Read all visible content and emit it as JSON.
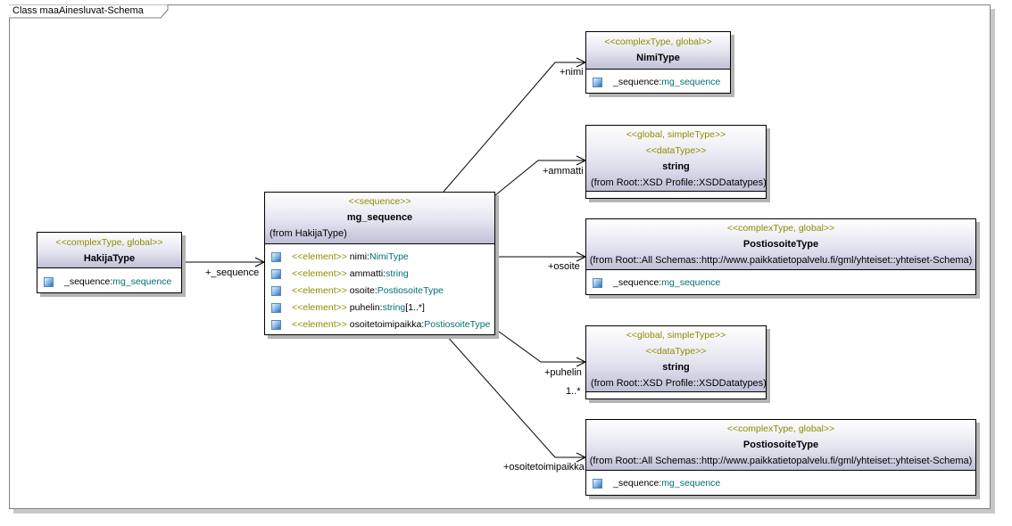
{
  "frame": {
    "title": "Class maaAinesluvat-Schema"
  },
  "classes": {
    "hakija": {
      "stereotype": "<<complexType, global>>",
      "name": "HakijaType",
      "attr_prefix": "_sequence:",
      "attr_type": "mg_sequence"
    },
    "mg": {
      "stereotype": "<<sequence>>",
      "name": "mg_sequence",
      "from": "(from HakijaType)",
      "elements": [
        {
          "stereo": "<<element>>",
          "name": " nimi:",
          "type": "NimiType",
          "mult": ""
        },
        {
          "stereo": "<<element>>",
          "name": " ammatti:",
          "type": "string",
          "mult": ""
        },
        {
          "stereo": "<<element>>",
          "name": " osoite:",
          "type": "PostiosoiteType",
          "mult": ""
        },
        {
          "stereo": "<<element>>",
          "name": " puhelin:",
          "type": "string",
          "mult": "[1..*]"
        },
        {
          "stereo": "<<element>>",
          "name": " osoitetoimipaikka:",
          "type": "PostiosoiteType",
          "mult": ""
        }
      ]
    },
    "nimi": {
      "stereotype": "<<complexType, global>>",
      "name": "NimiType",
      "attr_prefix": "_sequence:",
      "attr_type": "mg_sequence"
    },
    "string1": {
      "stereotype": "<<global, simpleType>>",
      "stereotype2": "<<dataType>>",
      "name": "string",
      "from": "(from Root::XSD Profile::XSDDatatypes)"
    },
    "posti1": {
      "stereotype": "<<complexType, global>>",
      "name": "PostiosoiteType",
      "from": "(from Root::All Schemas::http://www.paikkatietopalvelu.fi/gml/yhteiset::yhteiset-Schema)",
      "attr_prefix": "_sequence:",
      "attr_type": "mg_sequence"
    },
    "string2": {
      "stereotype": "<<global, simpleType>>",
      "stereotype2": "<<dataType>>",
      "name": "string",
      "from": "(from Root::XSD Profile::XSDDatatypes)"
    },
    "posti2": {
      "stereotype": "<<complexType, global>>",
      "name": "PostiosoiteType",
      "from": "(from Root::All Schemas::http://www.paikkatietopalvelu.fi/gml/yhteiset::yhteiset-Schema)",
      "attr_prefix": "_sequence:",
      "attr_type": "mg_sequence"
    }
  },
  "connectors": {
    "sequence": "+_sequence",
    "nimi": "+nimi",
    "ammatti": "+ammatti",
    "osoite": "+osoite",
    "puhelin": "+puhelin",
    "puhelin_mult": "1..*",
    "osoitetoimipaikka": "+osoitetoimipaikka"
  }
}
